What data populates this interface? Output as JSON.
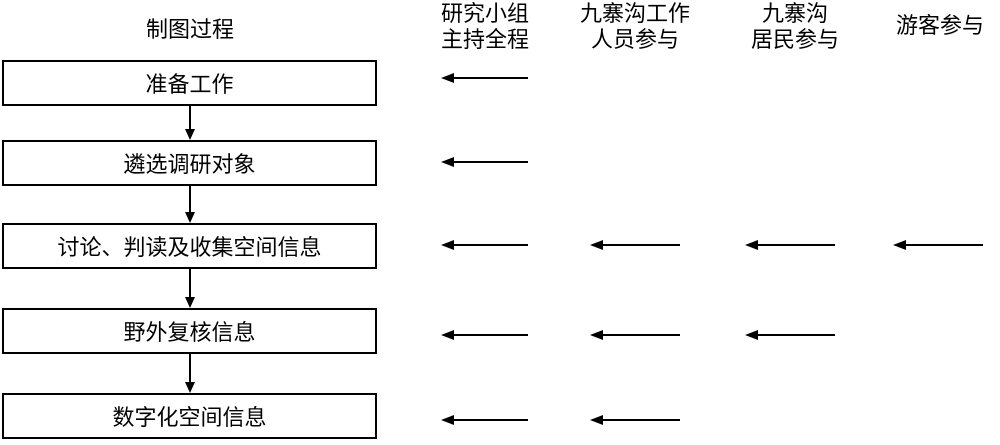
{
  "process_header": "制图过程",
  "columns": [
    {
      "line1": "研究小组",
      "line2": "主持全程"
    },
    {
      "line1": "九寨沟工作",
      "line2": "人员参与"
    },
    {
      "line1": "九寨沟",
      "line2": "居民参与"
    },
    {
      "line1": "游客参与",
      "line2": ""
    }
  ],
  "steps": [
    {
      "label": "准备工作",
      "participation": [
        true,
        false,
        false,
        false
      ]
    },
    {
      "label": "遴选调研对象",
      "participation": [
        true,
        false,
        false,
        false
      ]
    },
    {
      "label": "讨论、判读及收集空间信息",
      "participation": [
        true,
        true,
        true,
        true
      ]
    },
    {
      "label": "野外复核信息",
      "participation": [
        true,
        true,
        true,
        false
      ]
    },
    {
      "label": "数字化空间信息",
      "participation": [
        true,
        true,
        false,
        false
      ]
    }
  ]
}
